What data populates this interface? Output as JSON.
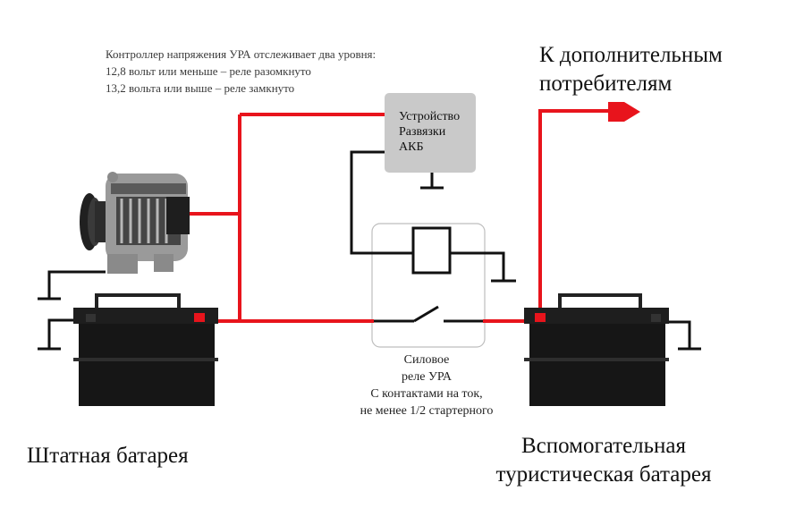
{
  "controller_note": {
    "line1": "Контроллер напряжения УРА отслеживает два уровня:",
    "line2": "12,8 вольт или меньше – реле разомкнуто",
    "line3": "13,2 вольта или выше – реле замкнуто"
  },
  "consumers_label": {
    "line1": "К дополнительным",
    "line2": "потребителям"
  },
  "isolator_box": {
    "line1": "Устройство",
    "line2": "Развязки",
    "line3": "АКБ"
  },
  "relay_caption": {
    "line1": "Силовое",
    "line2": "реле УРА",
    "line3": "С контактами на ток,",
    "line4": "не менее 1/2 стартерного"
  },
  "main_battery_label": "Штатная батарея",
  "aux_battery_label": {
    "line1": "Вспомогательная",
    "line2": "туристическая батарея"
  },
  "colors": {
    "positive_wire": "#e8141c",
    "ground_wire": "#111111",
    "controller_box": "#c9c9c9",
    "relay_frame": "#bdbdbd",
    "battery_body": "#161616"
  }
}
